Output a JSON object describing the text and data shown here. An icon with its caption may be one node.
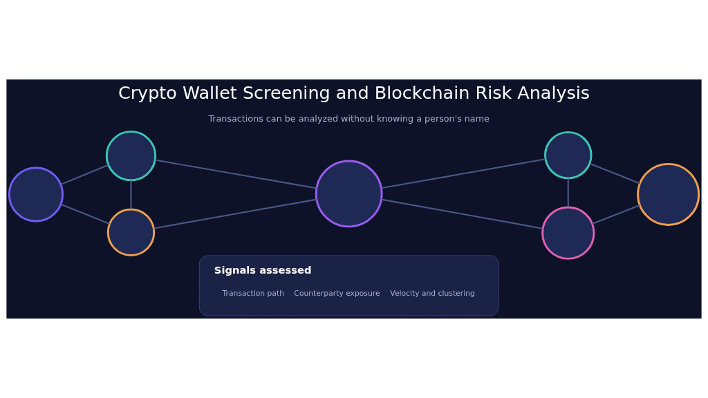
{
  "diagram": {
    "title": "Crypto Wallet Screening and Blockchain Risk Analysis",
    "nodes": [
      {
        "text": [],
        "shape": "circle"
      },
      {
        "text": [],
        "shape": "circle"
      },
      {
        "text": [],
        "shape": "circle"
      },
      {
        "text": [],
        "shape": "circle"
      },
      {
        "text": [],
        "shape": "circle"
      },
      {
        "text": [],
        "shape": "circle"
      },
      {
        "text": [],
        "shape": "circle"
      },
      {
        "text": [
          "Signals assessed",
          "Transaction path",
          "Counterparty exposure",
          "Velocity and clustering"
        ]
      }
    ],
    "edges": [
      {
        "from": 0,
        "to": 1,
        "arrow": "none"
      },
      {
        "from": 0,
        "to": 2,
        "arrow": "none"
      },
      {
        "from": 1,
        "to": 2,
        "arrow": "none"
      },
      {
        "from": 1,
        "to": 3,
        "arrow": "none"
      },
      {
        "from": 2,
        "to": 3,
        "arrow": "none"
      },
      {
        "from": 3,
        "to": 4,
        "arrow": "none"
      },
      {
        "from": 3,
        "to": 5,
        "arrow": "none"
      },
      {
        "from": 4,
        "to": 5,
        "arrow": "none"
      },
      {
        "from": 4,
        "to": 6,
        "arrow": "none"
      },
      {
        "from": 5,
        "to": 6,
        "arrow": "none"
      }
    ],
    "labels": [
      "Transactions can be analyzed without knowing a person's name"
    ]
  }
}
